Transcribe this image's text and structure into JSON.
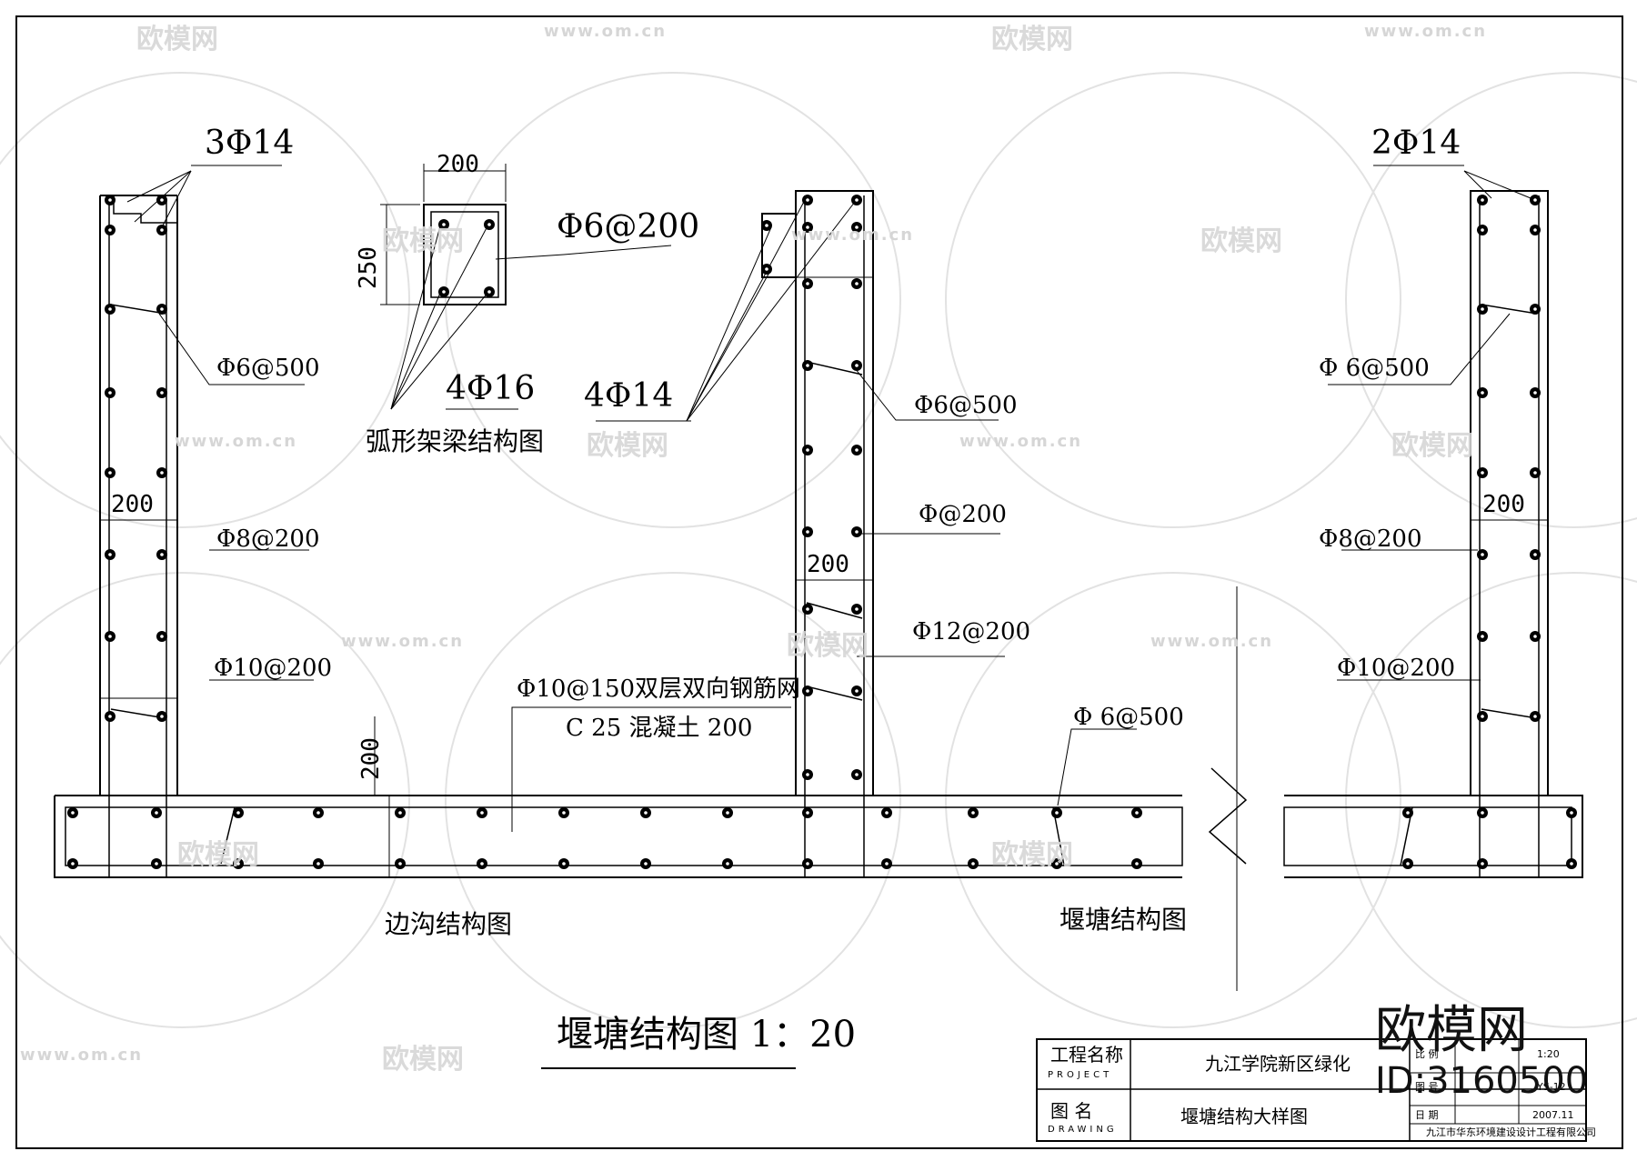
{
  "drawing": {
    "main_title": "堰塘结构图 1：20",
    "labels": {
      "left_top_bars": "3Φ14",
      "left_stirrup": "Φ6@500",
      "left_bar_8": "Φ8@200",
      "left_bar_10": "Φ10@200",
      "beam_width": "200",
      "beam_height": "250",
      "beam_stirrup": "Φ6@200",
      "beam_bars": "4Φ16",
      "beam_caption": "弧形架梁结构图",
      "mid_top_bars": "4Φ14",
      "mid_stirrup": "Φ6@500",
      "mid_bar_200": "Φ@200",
      "mid_bar_12": "Φ12@200",
      "slab_mesh": "Φ10@150双层双向钢筋网",
      "slab_concrete": "C 25  混凝土 200",
      "slab_stirrup": "Φ 6@500",
      "right_top_bars": "2Φ14",
      "right_stirrup": "Φ 6@500",
      "right_bar_8": "Φ8@200",
      "right_bar_10": "Φ10@200",
      "dim_200": "200",
      "caption_left": "边沟结构图",
      "caption_right": "堰塘结构图"
    }
  },
  "title_block": {
    "project_label": "工程名称",
    "project_label_en": "PROJECT",
    "project_name": "九江学院新区绿化",
    "drawing_label": "图    名",
    "drawing_label_en": "DRAWING",
    "drawing_name": "堰塘结构大样图",
    "scale_label": "比 例",
    "scale_value": "1:20",
    "number_label": "图 号",
    "number_value": "YS-12",
    "date_label": "日 期",
    "date_value": "2007.11",
    "company": "九江市华东环境建设设计工程有限公司"
  },
  "watermark": {
    "brand": "欧模网",
    "url": "www.om.cn",
    "id": "ID:3160500"
  }
}
